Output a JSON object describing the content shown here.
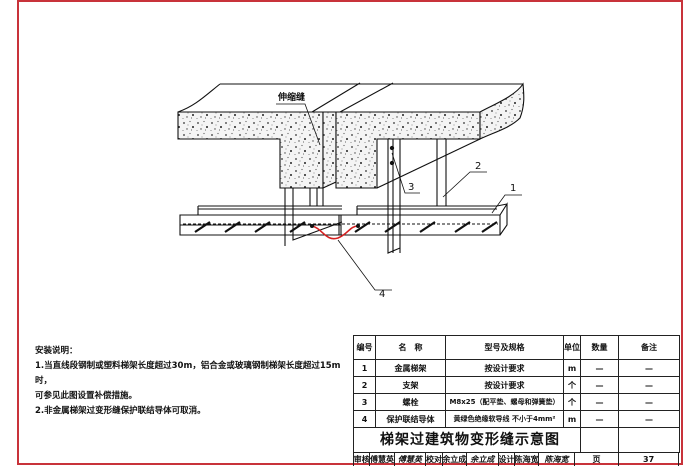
{
  "drawing": {
    "expansion_joint_label": "伸缩缝",
    "callouts": [
      "1",
      "2",
      "3",
      "4"
    ],
    "colors": {
      "frame": "#c8333a",
      "bonding_conductor": "#d42020",
      "line": "#111111"
    }
  },
  "notes": {
    "heading": "安装说明：",
    "lines": [
      "1.当直线段钢制或塑料梯架长度超过30m，铝合金或玻璃钢制梯架长度超过15m时，",
      "可参见此图设置补偿措施。",
      "2.非金属梯架过变形缝保护联结导体可取消。"
    ]
  },
  "table": {
    "headers": [
      "编号",
      "名　称",
      "型号及规格",
      "单位",
      "数量",
      "备注"
    ],
    "rows": [
      [
        "1",
        "金属梯架",
        "按设计要求",
        "m",
        "—",
        "—"
      ],
      [
        "2",
        "支架",
        "按设计要求",
        "个",
        "—",
        "—"
      ],
      [
        "3",
        "螺栓",
        "M8x25（配平垫、螺母和弹簧垫）",
        "个",
        "—",
        "—"
      ],
      [
        "4",
        "保护联结导体",
        "黄绿色绝缘软导线 不小于4mm²",
        "m",
        "—",
        "—"
      ]
    ],
    "title": "梯架过建筑物变形缝示意图"
  },
  "signature_row": {
    "review_label": "审核",
    "review_name": "傅慧英",
    "review_sign": "傅慧英",
    "check_label": "校对",
    "check_name": "余立成",
    "check_sign": "余立成",
    "design_label": "设计",
    "design_name": "陈海宽",
    "design_sign": "陈海宽",
    "page_label": "页",
    "page_number": "37"
  }
}
